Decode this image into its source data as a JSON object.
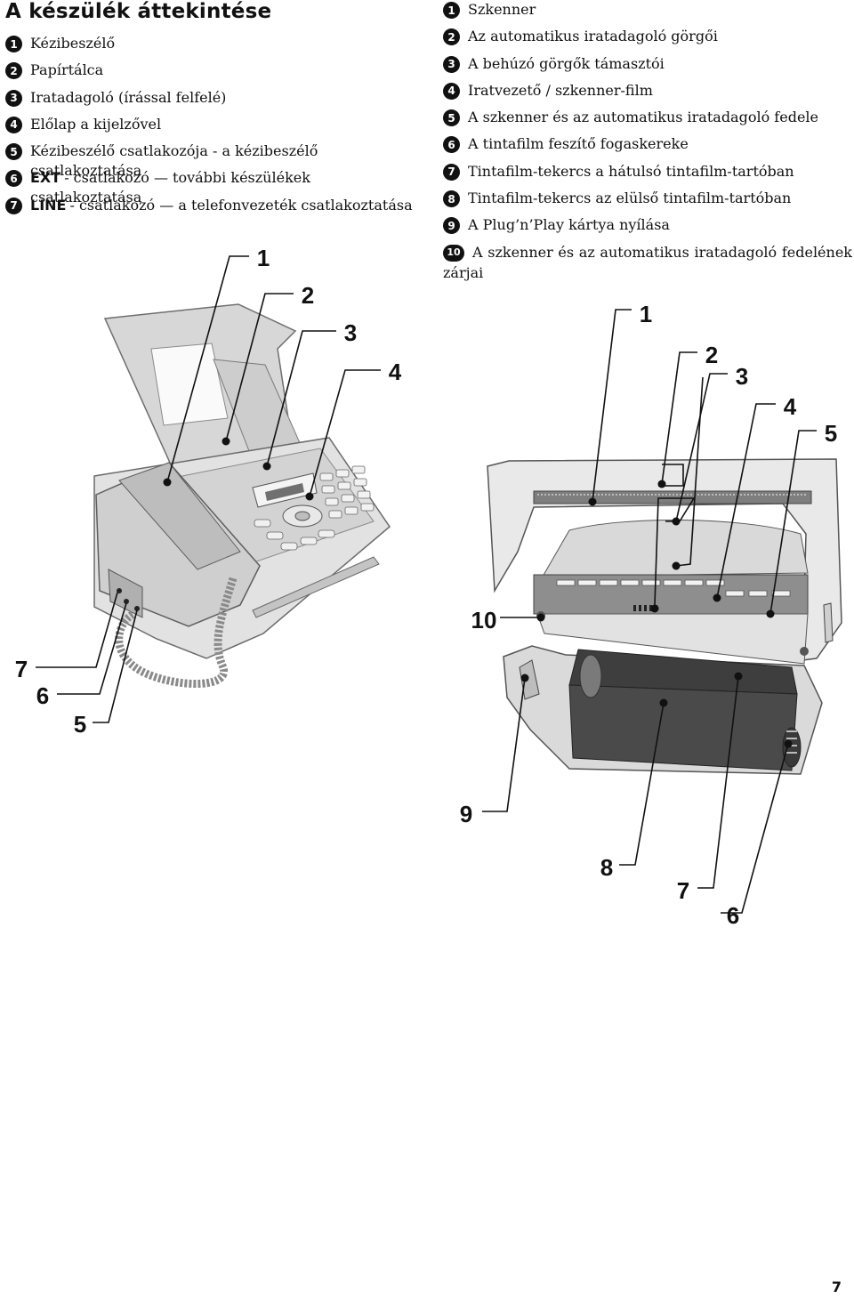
{
  "page": {
    "title": "A készülék áttekintése",
    "number": "7"
  },
  "left_legend": [
    {
      "num": "1",
      "text": "Kézibeszélő"
    },
    {
      "num": "2",
      "text": "Papírtálca"
    },
    {
      "num": "3",
      "text": "Iratadagoló (írással felfelé)"
    },
    {
      "num": "4",
      "text": "Előlap a kijelzővel"
    },
    {
      "num": "5",
      "text": "Kézibeszélő csatlakozója - a kézibeszélő csatlakoztatása"
    },
    {
      "num": "6",
      "keyword": "EXT",
      "text": "- csatlakozó — további készülékek csatlakoztatása"
    },
    {
      "num": "7",
      "keyword": "LINE",
      "text": "- csatlakozó — a telefonvezeték csatlakoztatása"
    }
  ],
  "right_legend": [
    {
      "num": "1",
      "text": "Szkenner"
    },
    {
      "num": "2",
      "text": "Az automatikus iratadagoló görgői"
    },
    {
      "num": "3",
      "text": "A behúzó görgők támasztói"
    },
    {
      "num": "4",
      "text": "Iratvezető / szkenner-film"
    },
    {
      "num": "5",
      "text": "A szkenner és az automatikus iratadagoló fedele"
    },
    {
      "num": "6",
      "text": "A tintafilm feszítő fogaskereke"
    },
    {
      "num": "7",
      "text": "Tintafilm-tekercs a hátulsó tintafilm-tartóban"
    },
    {
      "num": "8",
      "text": "Tintafilm-tekercs az elülső tintafilm-tartóban"
    },
    {
      "num": "9",
      "text": "A Plug’n’Play kártya nyílása"
    },
    {
      "num": "10",
      "text": "A szkenner és az automatikus iratadagoló fedelének",
      "continuation": "zárjai"
    }
  ],
  "figure1_callouts": [
    "1",
    "2",
    "3",
    "4",
    "7",
    "6",
    "5"
  ],
  "figure2_callouts": [
    "1",
    "2",
    "3",
    "4",
    "5",
    "10",
    "9",
    "8",
    "7",
    "6"
  ]
}
